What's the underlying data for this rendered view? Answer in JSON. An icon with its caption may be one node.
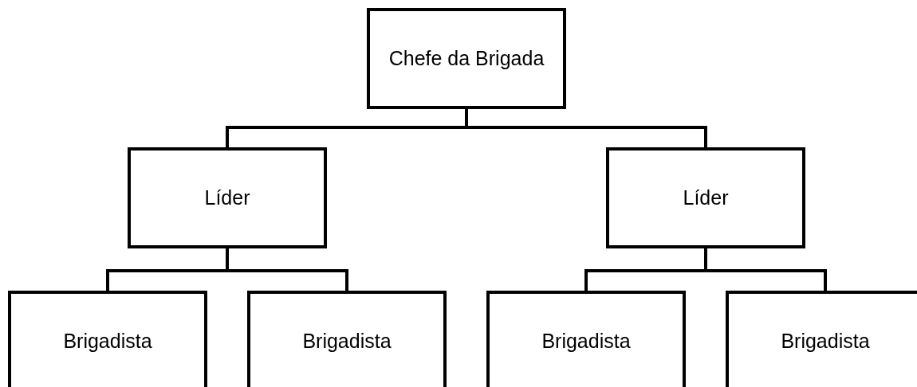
{
  "diagram": {
    "nodes": [
      {
        "text": [
          "Chefe da Brigada"
        ]
      },
      {
        "text": [
          "Líder"
        ]
      },
      {
        "text": [
          "Líder"
        ]
      },
      {
        "text": [
          "Brigadista"
        ]
      },
      {
        "text": [
          "Brigadista"
        ]
      },
      {
        "text": [
          "Brigadista"
        ]
      },
      {
        "text": [
          "Brigadista"
        ]
      }
    ],
    "edges": [
      {
        "from": 0,
        "to": 1,
        "arrow": "none"
      },
      {
        "from": 0,
        "to": 2,
        "arrow": "none"
      },
      {
        "from": 1,
        "to": 3,
        "arrow": "none"
      },
      {
        "from": 1,
        "to": 4,
        "arrow": "none"
      },
      {
        "from": 2,
        "to": 5,
        "arrow": "none"
      },
      {
        "from": 2,
        "to": 6,
        "arrow": "none"
      }
    ]
  }
}
